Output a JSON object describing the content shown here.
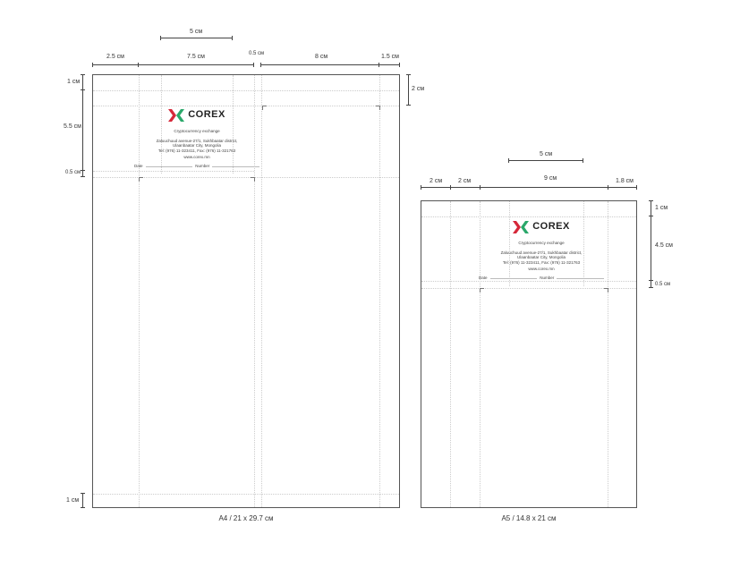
{
  "header": {
    "logo_text": "COREX",
    "tagline": "Cryptocurrency exchange",
    "address_line1": "Zaluuchuud avenue-27/1, Sukhbaatar district,",
    "address_line2": "Ulaanbaatar City, Mongolia",
    "phone": "Tel: (976) 11-323411,  Fax: (976) 11-321763",
    "website": "www.corex.mn",
    "date_label": "Date",
    "number_label": "Number"
  },
  "a4": {
    "caption": "A4 / 21 x 29.7 см",
    "dims": {
      "logo_width": "5 см",
      "left": "2.5 см",
      "col1": "7.5 см",
      "gap": "0.5 см",
      "col2": "8 см",
      "right": "1.5 см",
      "top": "1 см",
      "header": "5.5 см",
      "after_header": "0.5 см",
      "bottom": "1 см",
      "top_right": "2 см"
    }
  },
  "a5": {
    "caption": "A5 / 14.8 x 21 см",
    "dims": {
      "logo_width": "5 см",
      "left": "2 см",
      "left2": "2 см",
      "col": "9 см",
      "right": "1.8 см",
      "top": "1 см",
      "header": "4.5 см",
      "after_header": "0.5 см"
    }
  },
  "colors": {
    "logo_red": "#d6283a",
    "logo_green": "#2aa86a"
  }
}
